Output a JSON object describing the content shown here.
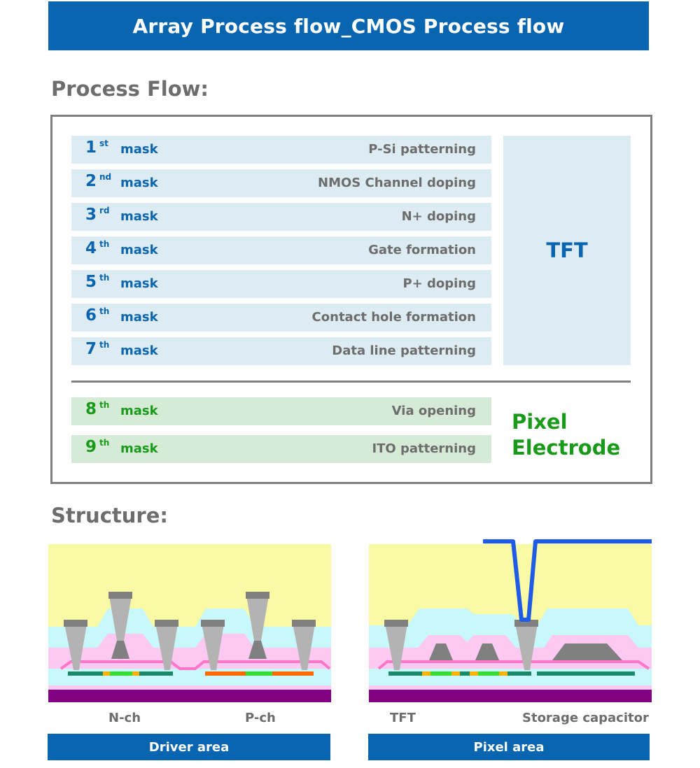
{
  "header": {
    "title": "Array Process flow_CMOS Process flow"
  },
  "process_flow": {
    "heading": "Process Flow:",
    "tft_label": "TFT",
    "pixel_label_line1": "Pixel",
    "pixel_label_line2": "Electrode",
    "masks": [
      {
        "num": "1",
        "sup": "st",
        "word": "mask",
        "desc": "P-Si patterning"
      },
      {
        "num": "2",
        "sup": "nd",
        "word": "mask",
        "desc": "NMOS  Channel doping"
      },
      {
        "num": "3",
        "sup": "rd",
        "word": "mask",
        "desc": "N+ doping"
      },
      {
        "num": "4",
        "sup": "th",
        "word": "mask",
        "desc": "Gate formation"
      },
      {
        "num": "5",
        "sup": "th",
        "word": "mask",
        "desc": "P+ doping"
      },
      {
        "num": "6",
        "sup": "th",
        "word": "mask",
        "desc": "Contact hole formation"
      },
      {
        "num": "7",
        "sup": "th",
        "word": "mask",
        "desc": "Data line patterning"
      },
      {
        "num": "8",
        "sup": "th",
        "word": "mask",
        "desc": "Via opening"
      },
      {
        "num": "9",
        "sup": "th",
        "word": "mask",
        "desc": "ITO patterning"
      }
    ]
  },
  "structure": {
    "heading": "Structure:",
    "driver": {
      "caption_left": "N-ch",
      "caption_right": "P-ch",
      "area_label": "Driver area"
    },
    "pixel": {
      "caption_left": "TFT",
      "caption_right": "Storage capacitor",
      "area_label": "Pixel area"
    }
  },
  "colors": {
    "title_blue": "#0a65b0",
    "green": "#1a9a1a",
    "planarization": "#fbfaa4",
    "interlayer": "#c9f8fb",
    "gate_insulator": "#fcc9f2",
    "metal": "#b3b3b3",
    "substrate": "#820082",
    "ito": "#1f5be6"
  }
}
